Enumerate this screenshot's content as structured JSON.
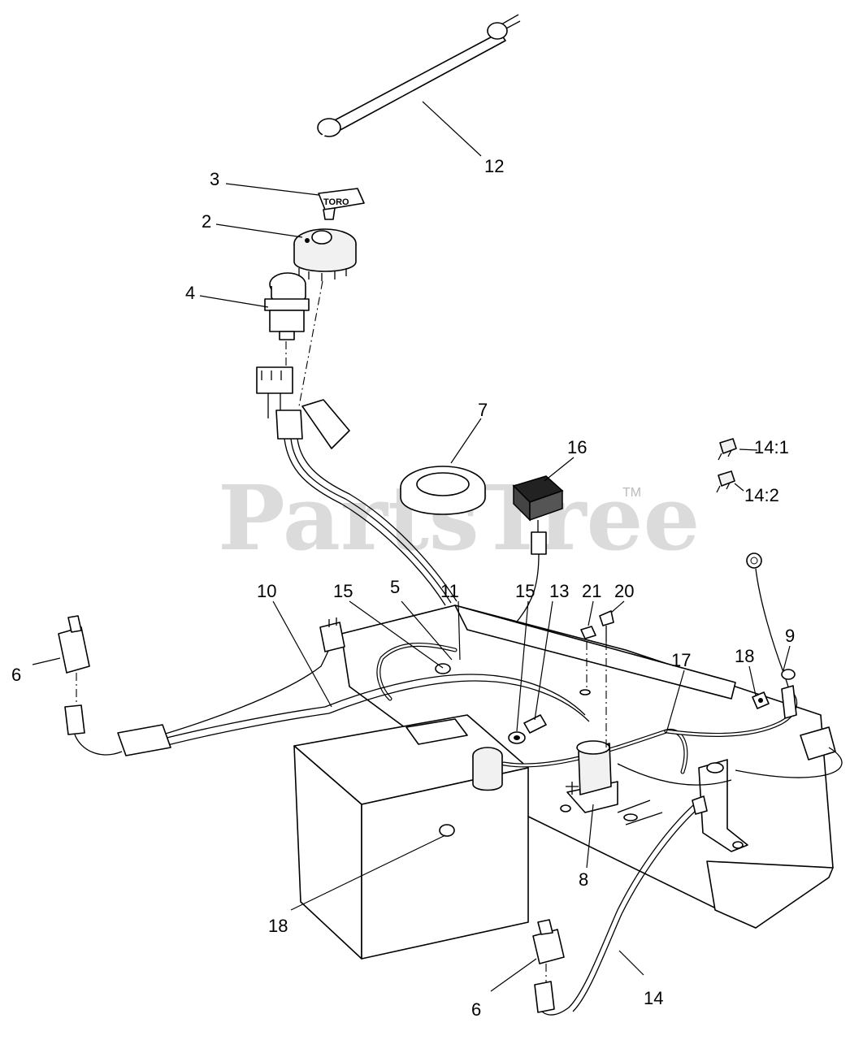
{
  "watermark": {
    "text": "PartsTree",
    "trademark": "TM"
  },
  "key_label": "TORO",
  "callouts": [
    {
      "id": "c12",
      "label": "12"
    },
    {
      "id": "c3",
      "label": "3"
    },
    {
      "id": "c2",
      "label": "2"
    },
    {
      "id": "c4",
      "label": "4"
    },
    {
      "id": "c7",
      "label": "7"
    },
    {
      "id": "c16",
      "label": "16"
    },
    {
      "id": "c14_1",
      "label": "14:1"
    },
    {
      "id": "c14_2",
      "label": "14:2"
    },
    {
      "id": "c10",
      "label": "10"
    },
    {
      "id": "c15a",
      "label": "15"
    },
    {
      "id": "c5",
      "label": "5"
    },
    {
      "id": "c11",
      "label": "11"
    },
    {
      "id": "c15b",
      "label": "15"
    },
    {
      "id": "c13",
      "label": "13"
    },
    {
      "id": "c21",
      "label": "21"
    },
    {
      "id": "c20",
      "label": "20"
    },
    {
      "id": "c9",
      "label": "9"
    },
    {
      "id": "c18a",
      "label": "18"
    },
    {
      "id": "c17",
      "label": "17"
    },
    {
      "id": "c6a",
      "label": "6"
    },
    {
      "id": "c8",
      "label": "8"
    },
    {
      "id": "c18b",
      "label": "18"
    },
    {
      "id": "c6b",
      "label": "6"
    },
    {
      "id": "c14",
      "label": "14"
    }
  ]
}
